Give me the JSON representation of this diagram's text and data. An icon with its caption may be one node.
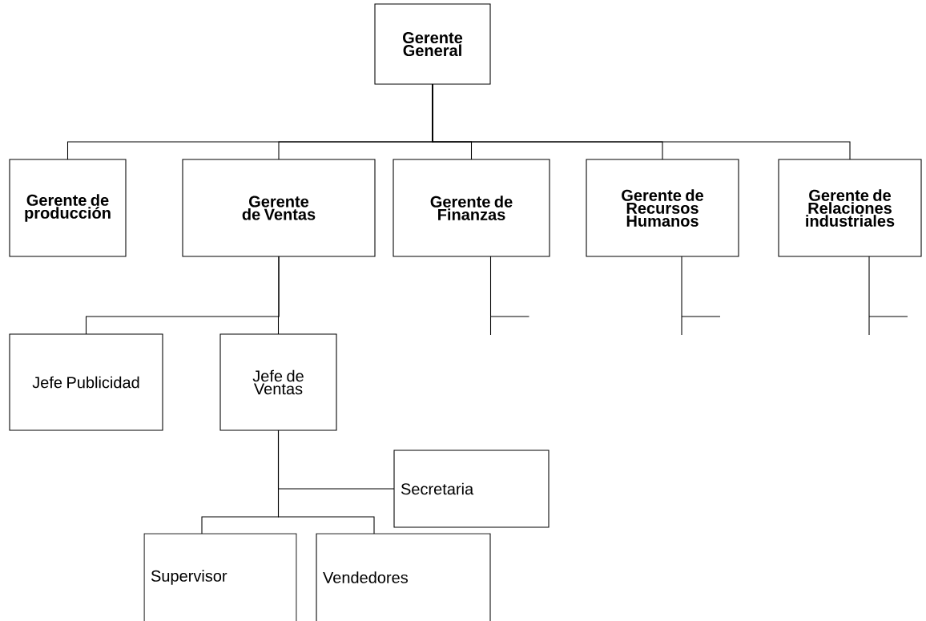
{
  "diagram": {
    "nodes": [
      {
        "text": [
          "Gerente General"
        ]
      },
      {
        "text": [
          "Gerente de producción"
        ]
      },
      {
        "text": [
          "Gerente de Ventas"
        ]
      },
      {
        "text": [
          "Gerente de Finanzas"
        ]
      },
      {
        "text": [
          "Gerente de Recursos Humanos"
        ]
      },
      {
        "text": [
          "Gerente de Relaciones industriales"
        ]
      },
      {
        "text": [
          "Jefe Publicidad"
        ]
      },
      {
        "text": [
          "Jefe de Ventas"
        ]
      },
      {
        "text": [
          "Secretaria"
        ]
      },
      {
        "text": [
          "Supervisor"
        ]
      },
      {
        "text": [
          "Vendedores"
        ]
      }
    ],
    "edges": [
      {
        "from": 0,
        "to": 1,
        "arrow": "none"
      },
      {
        "from": 0,
        "to": 2,
        "arrow": "none"
      },
      {
        "from": 0,
        "to": 3,
        "arrow": "none"
      },
      {
        "from": 0,
        "to": 4,
        "arrow": "none"
      },
      {
        "from": 0,
        "to": 5,
        "arrow": "none"
      },
      {
        "from": 2,
        "to": 6,
        "arrow": "none"
      },
      {
        "from": 2,
        "to": 7,
        "arrow": "none"
      },
      {
        "from": 7,
        "to": 8,
        "arrow": "none"
      },
      {
        "from": 7,
        "to": 9,
        "arrow": "none"
      },
      {
        "from": 7,
        "to": 10,
        "arrow": "none"
      },
      {
        "from": 3,
        "to": null,
        "arrow": "none"
      },
      {
        "from": 4,
        "to": null,
        "arrow": "none"
      },
      {
        "from": 5,
        "to": null,
        "arrow": "none"
      }
    ]
  }
}
